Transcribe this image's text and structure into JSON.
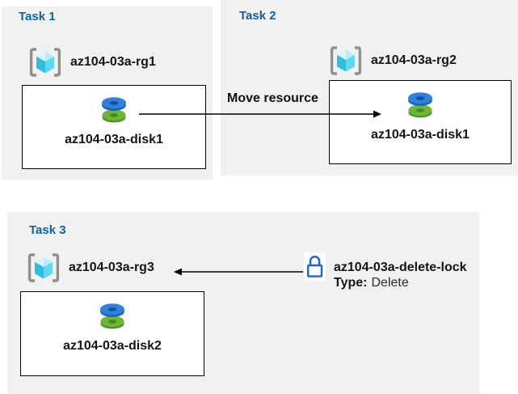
{
  "tasks": [
    {
      "title": "Task 1",
      "resource_group": "az104-03a-rg1",
      "disk": "az104-03a-disk1"
    },
    {
      "title": "Task 2",
      "resource_group": "az104-03a-rg2",
      "disk": "az104-03a-disk1"
    },
    {
      "title": "Task 3",
      "resource_group": "az104-03a-rg3",
      "disk": "az104-03a-disk2"
    }
  ],
  "arrows": {
    "move_label": "Move resource"
  },
  "lock": {
    "name": "az104-03a-delete-lock",
    "type_label": "Type:",
    "type_value": "Delete"
  },
  "icons": {
    "resource_group": "resource-group-icon",
    "disk": "managed-disk-icon",
    "lock": "lock-icon"
  },
  "colors": {
    "task_title_blue": "#1262A1",
    "panel_gray": "#F1F1F1",
    "box_border": "#000000",
    "lock_blue": "#2263D2",
    "disk_blue_top": "#3181DC",
    "disk_blue_hole": "#16509E",
    "disk_green_top": "#6CB63A",
    "disk_green_hole": "#478A20",
    "cube_top_cyan": "#B9EEF9",
    "cube_left_cyan": "#2FBEDE",
    "cube_right_cyan": "#5FD9F2",
    "bracket_gray": "#8F8F8F"
  }
}
